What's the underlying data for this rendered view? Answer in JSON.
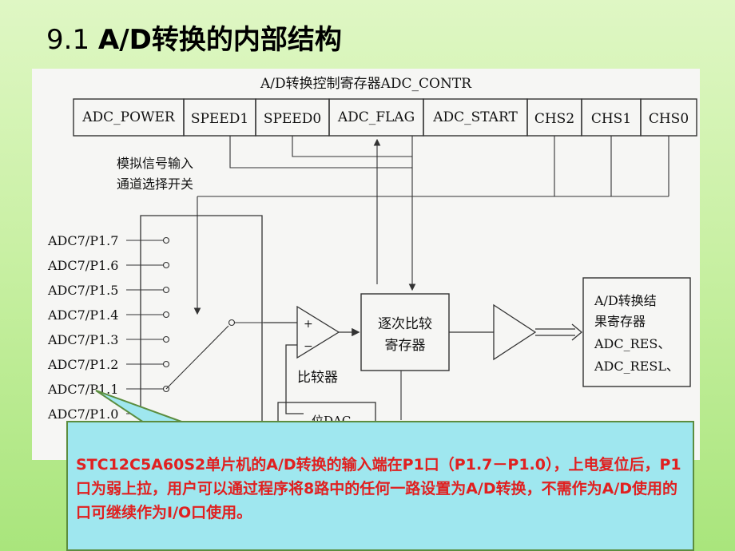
{
  "slide": {
    "title_number": "9.1",
    "title_text": "A/D转换的内部结构"
  },
  "diagram": {
    "register_title": "A/D转换控制寄存器ADC_CONTR",
    "register_bits": [
      "ADC_POWER",
      "SPEED1",
      "SPEED0",
      "ADC_FLAG",
      "ADC_START",
      "CHS2",
      "CHS1",
      "CHS0"
    ],
    "mux_label_line1": "模拟信号输入",
    "mux_label_line2": "通道选择开关",
    "inputs": [
      "ADC7/P1.7",
      "ADC7/P1.6",
      "ADC7/P1.5",
      "ADC7/P1.4",
      "ADC7/P1.3",
      "ADC7/P1.2",
      "ADC7/P1.1",
      "ADC7/P1.0"
    ],
    "comparator_label": "比较器",
    "comparator_plus": "+",
    "comparator_minus": "−",
    "sar_line1": "逐次比较",
    "sar_line2": "寄存器",
    "result_lines": [
      "A/D转换结",
      "果寄存器",
      "ADC_RES、",
      "ADC_RESL、"
    ],
    "dac_partial": "位DAC"
  },
  "callout": {
    "text": "STC12C5A60S2单片机的A/D转换的输入端在P1口（P1.7－P1.0），上电复位后，P1口为弱上拉，用户可以通过程序将8路中的任何一路设置为A/D转换，不需作为A/D使用的口可继续作为I/O口使用。"
  }
}
